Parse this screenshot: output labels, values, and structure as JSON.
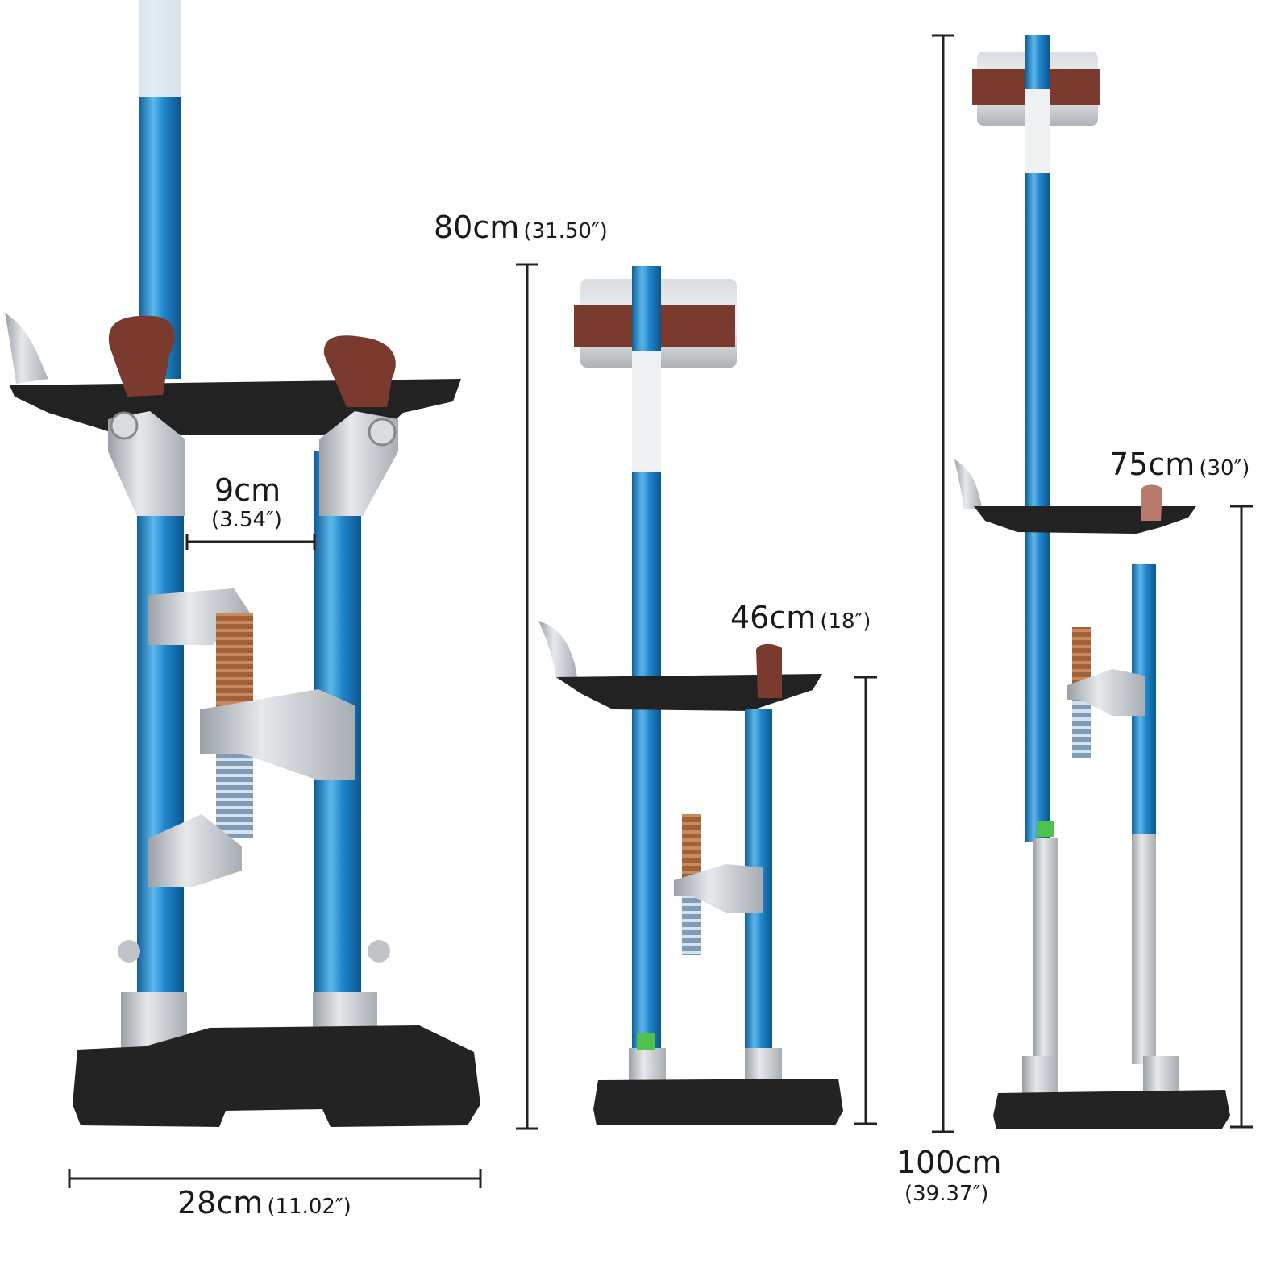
{
  "measurements": {
    "width_base": {
      "main": "28cm",
      "sub": "(11.02″)"
    },
    "spacing": {
      "main": "9cm",
      "sub": "(3.54″)"
    },
    "height_min": {
      "main": "80cm",
      "sub": "(31.50″)"
    },
    "platform_min": {
      "main": "46cm",
      "sub": "(18″)"
    },
    "height_max": {
      "main": "100cm",
      "sub": "(39.37″)"
    },
    "platform_max": {
      "main": "75cm",
      "sub": "(30″)"
    }
  },
  "colors": {
    "pole_blue": "#1f86cc",
    "pole_blue_light": "#5cb8ec",
    "pole_blue_dark": "#0f5f9a",
    "silver": "#c8ccd0",
    "silver_dark": "#8f959b",
    "black_plastic": "#222222",
    "strap_brown": "#7a3b2e",
    "spring_copper": "#a0603a",
    "spring_steel": "#9fb6cc",
    "dimension_line": "#222222"
  }
}
